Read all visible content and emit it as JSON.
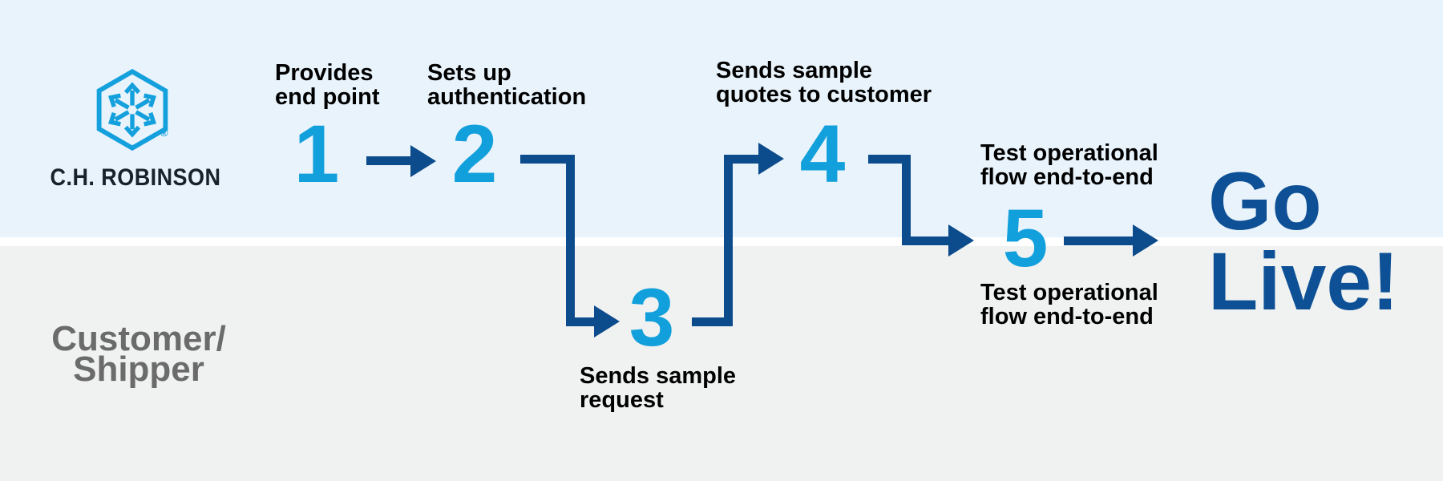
{
  "brand": {
    "name": "C.H. ROBINSON",
    "logo_icon": "hexagon-with-outward-arrows",
    "registered_mark": "®",
    "logo_color": "#14a0dc",
    "wordmark_color": "#16222c"
  },
  "lanes": {
    "top": {
      "owner": "C.H. Robinson",
      "background": "#e9f3fb"
    },
    "bottom": {
      "label_line1": "Customer/",
      "label_line2": "Shipper",
      "label_color": "#6b6b6b",
      "background": "#f0f2f1"
    },
    "divider_color": "#ffffff"
  },
  "steps": [
    {
      "number": "1",
      "lane": "top",
      "label_line1": "Provides",
      "label_line2": "end point"
    },
    {
      "number": "2",
      "lane": "top",
      "label_line1": "Sets up",
      "label_line2": "authentication"
    },
    {
      "number": "3",
      "lane": "bottom",
      "label_line1": "Sends sample",
      "label_line2": "request"
    },
    {
      "number": "4",
      "lane": "top",
      "label_line1": "Sends sample",
      "label_line2": "quotes to customer"
    },
    {
      "number": "5",
      "lane": "boundary",
      "label_above_line1": "Test operational",
      "label_above_line2": "flow end-to-end",
      "label_below_line1": "Test operational",
      "label_below_line2": "flow end-to-end"
    }
  ],
  "finish": {
    "line1": "Go",
    "line2": "Live!",
    "color": "#0d5096"
  },
  "colors": {
    "step_number": "#12a0dc",
    "arrow": "#0c4c8c",
    "label_text": "#000000"
  }
}
